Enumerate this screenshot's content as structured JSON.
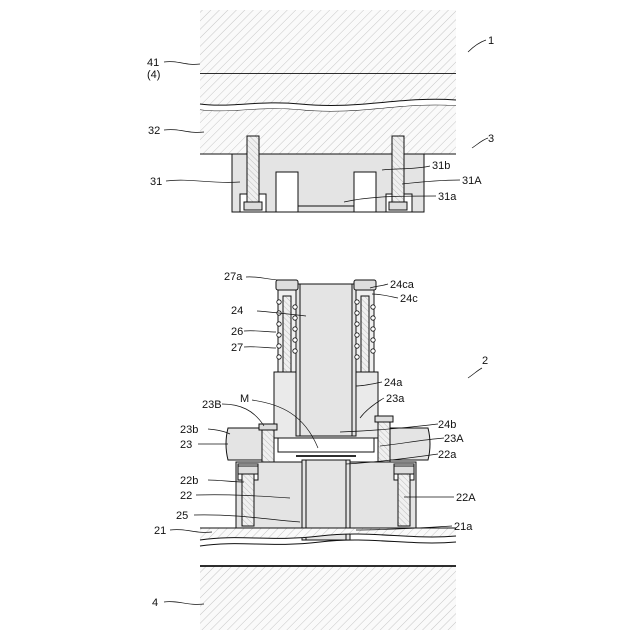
{
  "labels": {
    "l41": "41",
    "l4p": "(4)",
    "l1": "1",
    "l32": "32",
    "l3": "3",
    "l31b": "31b",
    "l31": "31",
    "l31A": "31A",
    "l31a": "31a",
    "l27a": "27a",
    "l24ca": "24ca",
    "l24": "24",
    "l24c": "24c",
    "l26": "26",
    "l27": "27",
    "l2": "2",
    "l24a": "24a",
    "l23B": "23B",
    "lM": "M",
    "l23a": "23a",
    "l23b": "23b",
    "l24b": "24b",
    "l23": "23",
    "l23A": "23A",
    "l22a": "22a",
    "l22b": "22b",
    "l22": "22",
    "l22A": "22A",
    "l25": "25",
    "l21": "21",
    "l21a": "21a",
    "l4": "4"
  }
}
